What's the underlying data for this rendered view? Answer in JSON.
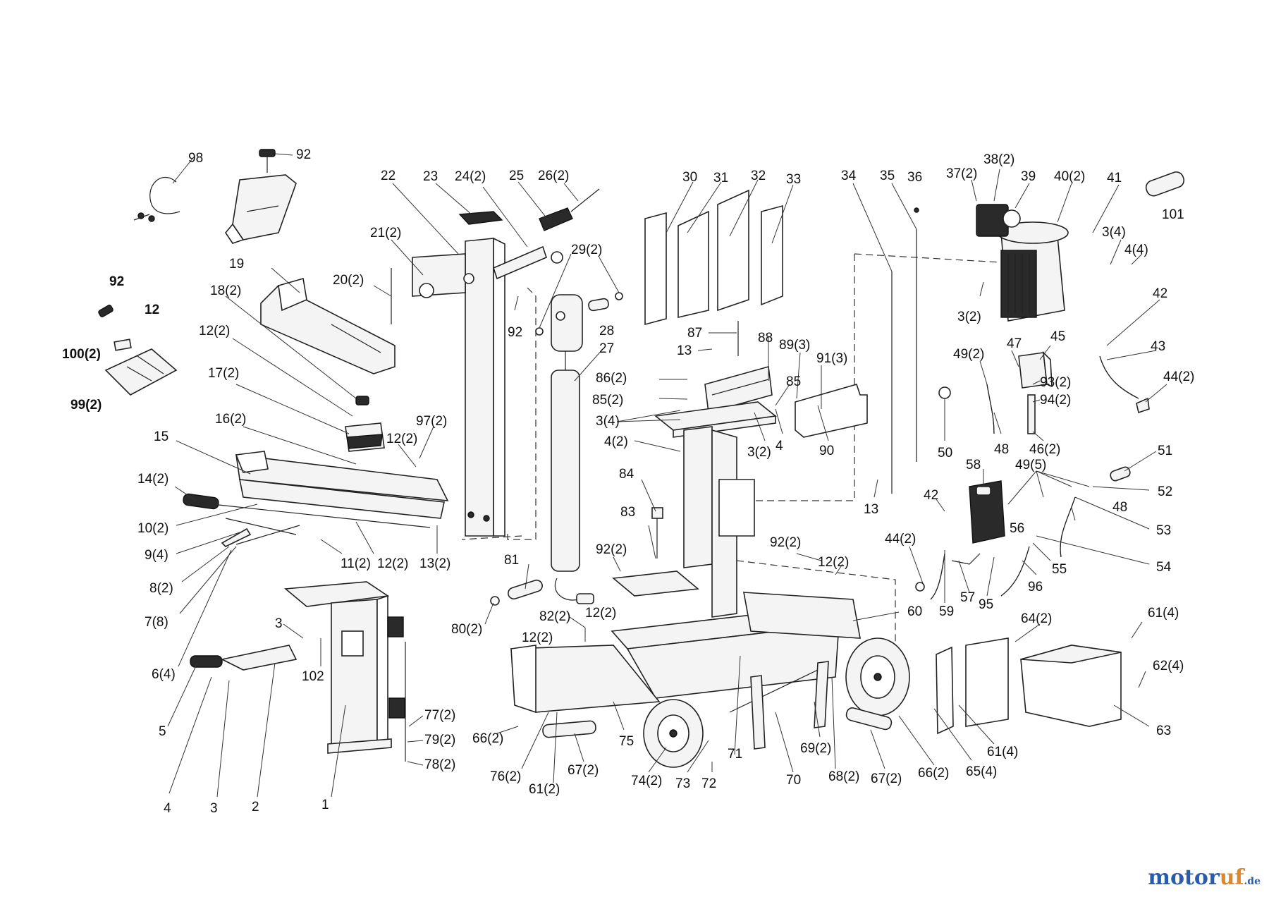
{
  "brand": {
    "name_part1": "motor",
    "name_part2": "uf",
    "tld": ".de",
    "color_primary": "#2a5da8",
    "color_accent": "#e0872b"
  },
  "labels": [
    {
      "text": "98",
      "bold": false
    },
    {
      "text": "92",
      "bold": false
    },
    {
      "text": "92",
      "bold": true
    },
    {
      "text": "12",
      "bold": true
    },
    {
      "text": "100(2)",
      "bold": true
    },
    {
      "text": "99(2)",
      "bold": true
    },
    {
      "text": "19",
      "bold": false
    },
    {
      "text": "18(2)",
      "bold": false
    },
    {
      "text": "20(2)",
      "bold": false
    },
    {
      "text": "21(2)",
      "bold": false
    },
    {
      "text": "22",
      "bold": false
    },
    {
      "text": "23",
      "bold": false
    },
    {
      "text": "24(2)",
      "bold": false
    },
    {
      "text": "25",
      "bold": false
    },
    {
      "text": "26(2)",
      "bold": false
    },
    {
      "text": "12(2)",
      "bold": false
    },
    {
      "text": "17(2)",
      "bold": false
    },
    {
      "text": "16(2)",
      "bold": false
    },
    {
      "text": "15",
      "bold": false
    },
    {
      "text": "97(2)",
      "bold": false
    },
    {
      "text": "12(2)",
      "bold": false
    },
    {
      "text": "14(2)",
      "bold": false
    },
    {
      "text": "10(2)",
      "bold": false
    },
    {
      "text": "9(4)",
      "bold": false
    },
    {
      "text": "8(2)",
      "bold": false
    },
    {
      "text": "7(8)",
      "bold": false
    },
    {
      "text": "6(4)",
      "bold": false
    },
    {
      "text": "5",
      "bold": false
    },
    {
      "text": "4",
      "bold": false
    },
    {
      "text": "3",
      "bold": false
    },
    {
      "text": "2",
      "bold": false
    },
    {
      "text": "1",
      "bold": false
    },
    {
      "text": "3",
      "bold": false
    },
    {
      "text": "102",
      "bold": false
    },
    {
      "text": "11(2)",
      "bold": false
    },
    {
      "text": "12(2)",
      "bold": false
    },
    {
      "text": "13(2)",
      "bold": false
    },
    {
      "text": "29(2)",
      "bold": false
    },
    {
      "text": "92",
      "bold": false
    },
    {
      "text": "28",
      "bold": false
    },
    {
      "text": "27",
      "bold": false
    },
    {
      "text": "81",
      "bold": false
    },
    {
      "text": "80(2)",
      "bold": false
    },
    {
      "text": "82(2)",
      "bold": false
    },
    {
      "text": "12(2)",
      "bold": false
    },
    {
      "text": "12(2)",
      "bold": false
    },
    {
      "text": "92(2)",
      "bold": false
    },
    {
      "text": "83",
      "bold": false
    },
    {
      "text": "84",
      "bold": false
    },
    {
      "text": "30",
      "bold": false
    },
    {
      "text": "31",
      "bold": false
    },
    {
      "text": "32",
      "bold": false
    },
    {
      "text": "33",
      "bold": false
    },
    {
      "text": "87",
      "bold": false
    },
    {
      "text": "13",
      "bold": false
    },
    {
      "text": "88",
      "bold": false
    },
    {
      "text": "89(3)",
      "bold": false
    },
    {
      "text": "91(3)",
      "bold": false
    },
    {
      "text": "86(2)",
      "bold": false
    },
    {
      "text": "85(2)",
      "bold": false
    },
    {
      "text": "85",
      "bold": false
    },
    {
      "text": "3(4)",
      "bold": false
    },
    {
      "text": "4(2)",
      "bold": false
    },
    {
      "text": "3(2)",
      "bold": false
    },
    {
      "text": "4",
      "bold": false
    },
    {
      "text": "90",
      "bold": false
    },
    {
      "text": "34",
      "bold": false
    },
    {
      "text": "35",
      "bold": false
    },
    {
      "text": "36",
      "bold": false
    },
    {
      "text": "13",
      "bold": false
    },
    {
      "text": "92(2)",
      "bold": false
    },
    {
      "text": "12(2)",
      "bold": false
    },
    {
      "text": "60",
      "bold": false
    },
    {
      "text": "37(2)",
      "bold": false
    },
    {
      "text": "38(2)",
      "bold": false
    },
    {
      "text": "39",
      "bold": false
    },
    {
      "text": "40(2)",
      "bold": false
    },
    {
      "text": "41",
      "bold": false
    },
    {
      "text": "101",
      "bold": false
    },
    {
      "text": "3(4)",
      "bold": false
    },
    {
      "text": "4(4)",
      "bold": false
    },
    {
      "text": "3(2)",
      "bold": false
    },
    {
      "text": "42",
      "bold": false
    },
    {
      "text": "49(2)",
      "bold": false
    },
    {
      "text": "47",
      "bold": false
    },
    {
      "text": "45",
      "bold": false
    },
    {
      "text": "43",
      "bold": false
    },
    {
      "text": "44(2)",
      "bold": false
    },
    {
      "text": "93(2)",
      "bold": false
    },
    {
      "text": "94(2)",
      "bold": false
    },
    {
      "text": "50",
      "bold": false
    },
    {
      "text": "48",
      "bold": false
    },
    {
      "text": "46(2)",
      "bold": false
    },
    {
      "text": "58",
      "bold": false
    },
    {
      "text": "49(5)",
      "bold": false
    },
    {
      "text": "51",
      "bold": false
    },
    {
      "text": "52",
      "bold": false
    },
    {
      "text": "42",
      "bold": false
    },
    {
      "text": "48",
      "bold": false
    },
    {
      "text": "53",
      "bold": false
    },
    {
      "text": "56",
      "bold": false
    },
    {
      "text": "54",
      "bold": false
    },
    {
      "text": "44(2)",
      "bold": false
    },
    {
      "text": "55",
      "bold": false
    },
    {
      "text": "96",
      "bold": false
    },
    {
      "text": "59",
      "bold": false
    },
    {
      "text": "57",
      "bold": false
    },
    {
      "text": "95",
      "bold": false
    },
    {
      "text": "64(2)",
      "bold": false
    },
    {
      "text": "61(4)",
      "bold": false
    },
    {
      "text": "62(4)",
      "bold": false
    },
    {
      "text": "63",
      "bold": false
    },
    {
      "text": "61(4)",
      "bold": false
    },
    {
      "text": "65(4)",
      "bold": false
    },
    {
      "text": "66(2)",
      "bold": false
    },
    {
      "text": "67(2)",
      "bold": false
    },
    {
      "text": "68(2)",
      "bold": false
    },
    {
      "text": "69(2)",
      "bold": false
    },
    {
      "text": "70",
      "bold": false
    },
    {
      "text": "71",
      "bold": false
    },
    {
      "text": "72",
      "bold": false
    },
    {
      "text": "73",
      "bold": false
    },
    {
      "text": "74(2)",
      "bold": false
    },
    {
      "text": "75",
      "bold": false
    },
    {
      "text": "67(2)",
      "bold": false
    },
    {
      "text": "61(2)",
      "bold": false
    },
    {
      "text": "76(2)",
      "bold": false
    },
    {
      "text": "66(2)",
      "bold": false
    },
    {
      "text": "77(2)",
      "bold": false
    },
    {
      "text": "79(2)",
      "bold": false
    },
    {
      "text": "78(2)",
      "bold": false
    }
  ]
}
